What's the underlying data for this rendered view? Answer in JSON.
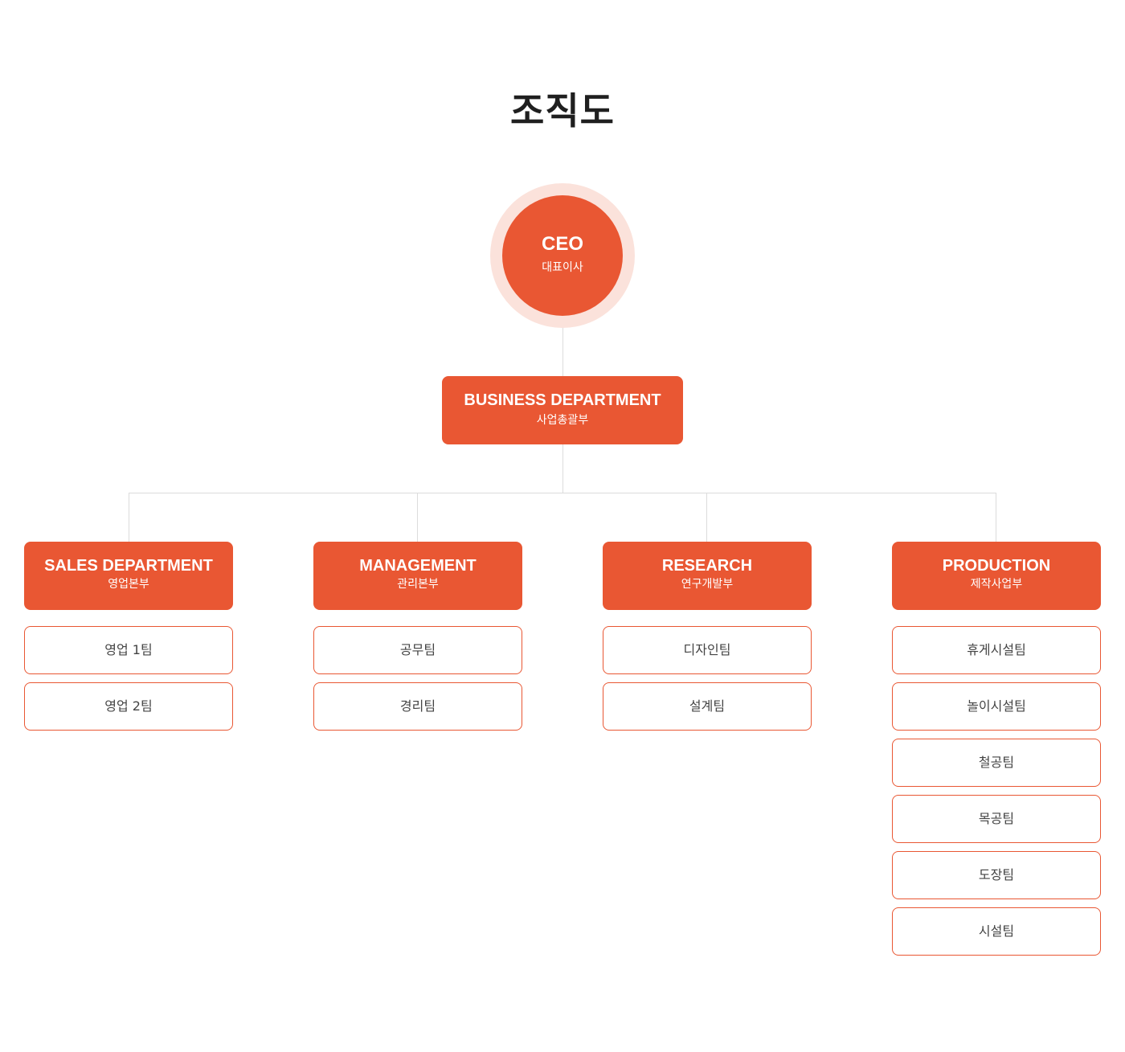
{
  "title": "조직도",
  "colors": {
    "accent": "#e95733",
    "halo": "#fbe2db",
    "connector": "#dcdcdc",
    "title_text": "#1f1f1f",
    "team_text": "#444444"
  },
  "ceo": {
    "title": "CEO",
    "subtitle": "대표이사"
  },
  "business": {
    "title": "BUSINESS DEPARTMENT",
    "subtitle": "사업총괄부"
  },
  "departments": [
    {
      "title": "SALES DEPARTMENT",
      "subtitle": "영업본부",
      "teams": [
        "영업 1팀",
        "영업 2팀"
      ]
    },
    {
      "title": "MANAGEMENT",
      "subtitle": "관리본부",
      "teams": [
        "공무팀",
        "경리팀"
      ]
    },
    {
      "title": "RESEARCH",
      "subtitle": "연구개발부",
      "teams": [
        "디자인팀",
        "설계팀"
      ]
    },
    {
      "title": "PRODUCTION",
      "subtitle": "제작사업부",
      "teams": [
        "휴게시설팀",
        "놀이시설팀",
        "철공팀",
        "목공팀",
        "도장팀",
        "시설팀"
      ]
    }
  ]
}
